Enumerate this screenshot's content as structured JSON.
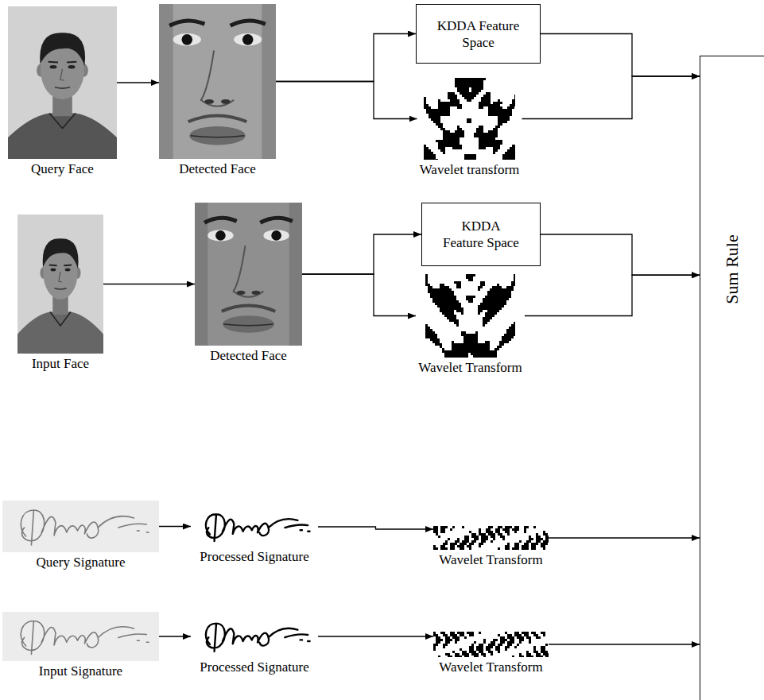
{
  "diagram": {
    "nodes": [
      {
        "text": [
          "Query Face"
        ]
      },
      {
        "text": [
          "Detected Face"
        ]
      },
      {
        "text": [
          "KDDA Feature Space"
        ]
      },
      {
        "text": [
          "Wavelet transform"
        ]
      },
      {
        "text": [
          "Input Face"
        ]
      },
      {
        "text": [
          "Detected Face"
        ]
      },
      {
        "text": [
          "KDDA Feature Space"
        ]
      },
      {
        "text": [
          "Wavelet Transform"
        ]
      },
      {
        "text": [
          "Query Signature"
        ]
      },
      {
        "text": [
          "Processed Signature"
        ]
      },
      {
        "text": [
          "Wavelet Transform"
        ]
      },
      {
        "text": [
          "Input Signature"
        ]
      },
      {
        "text": [
          "Processed Signature"
        ]
      },
      {
        "text": [
          "Wavelet Transform"
        ]
      },
      {
        "text": [
          "Sum Rule"
        ]
      }
    ],
    "edges": [
      {
        "from": 0,
        "to": 1,
        "arrow": "to"
      },
      {
        "from": 1,
        "to": 2,
        "arrow": "to"
      },
      {
        "from": 1,
        "to": 3,
        "arrow": "to"
      },
      {
        "from": 2,
        "to": 14,
        "arrow": "to"
      },
      {
        "from": 3,
        "to": 14,
        "arrow": "to"
      },
      {
        "from": 4,
        "to": 5,
        "arrow": "to"
      },
      {
        "from": 5,
        "to": 6,
        "arrow": "to"
      },
      {
        "from": 5,
        "to": 7,
        "arrow": "to"
      },
      {
        "from": 6,
        "to": 14,
        "arrow": "to"
      },
      {
        "from": 7,
        "to": 14,
        "arrow": "to"
      },
      {
        "from": 8,
        "to": 9,
        "arrow": "to"
      },
      {
        "from": 9,
        "to": 10,
        "arrow": "to"
      },
      {
        "from": 10,
        "to": 14,
        "arrow": "to"
      },
      {
        "from": 11,
        "to": 12,
        "arrow": "to"
      },
      {
        "from": 12,
        "to": 13,
        "arrow": "to"
      },
      {
        "from": 13,
        "to": 14,
        "arrow": "to"
      }
    ]
  }
}
